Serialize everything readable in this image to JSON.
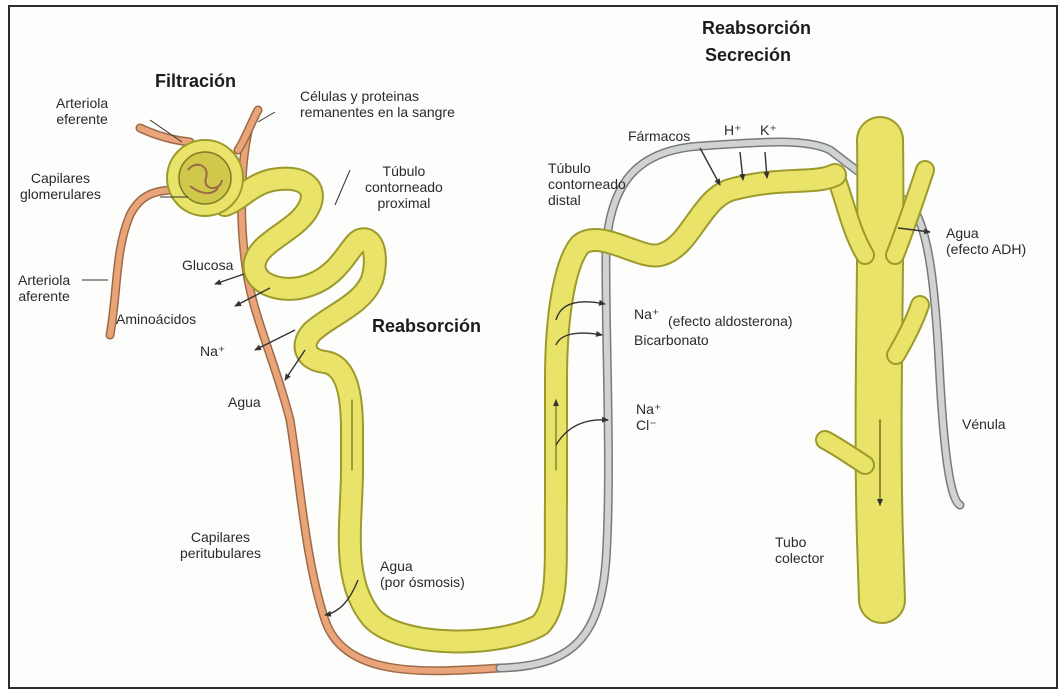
{
  "headings": {
    "filtracion": "Filtración",
    "reabsorcion": "Reabsorción",
    "reabsorcion_top": "Reabsorción",
    "secrecion": "Secreción"
  },
  "labels": {
    "arteriola_eferente": "Arteriola\neferente",
    "capilares_glomerulares": "Capilares\nglomerulares",
    "arteriola_aferente": "Arteriola\naferente",
    "celulas_proteinas": "Células y proteinas\nremanentes en la sangre",
    "tubulo_proximal": "Túbulo\ncontorneado\nproximal",
    "glucosa": "Glucosa",
    "aminoacidos": "Aminoácidos",
    "na_left": "Na⁺",
    "agua_left": "Agua",
    "capilares_peritubulares": "Capilares\nperitubulares",
    "agua_osmosis": "Agua\n(por ósmosis)",
    "tubulo_distal": "Túbulo\ncontorneado\ndistal",
    "farmacos": "Fármacos",
    "h_ion": "H⁺",
    "k_ion": "K⁺",
    "na_aldosterona": "Na⁺",
    "efecto_aldosterona": "(efecto aldosterona)",
    "bicarbonato": "Bicarbonato",
    "na_cl": "Na⁺\nCl⁻",
    "agua_adh": "Agua\n(efecto ADH)",
    "venula": "Vénula",
    "tubo_colector": "Tubo\ncolector"
  },
  "colors": {
    "tubule": "#e9e36a",
    "tubule_edge": "#9c9a2c",
    "blood_arterial": "#e9a579",
    "blood_venous": "#b9bcbc",
    "text": "#2a2a2a"
  }
}
